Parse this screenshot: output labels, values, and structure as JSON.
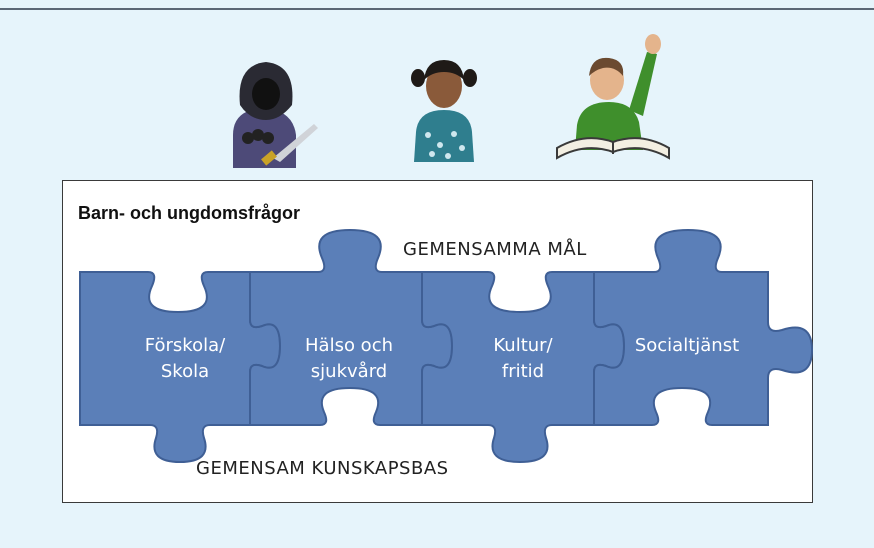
{
  "diagram": {
    "title": "Barn- och ungdomsfrågor",
    "top_label": "GEMENSAMMA MÅL",
    "bottom_label": "GEMENSAM KUNSKAPSBAS",
    "pieces": [
      {
        "label": "Förskola/\nSkola"
      },
      {
        "label": "Hälso och\nsjukvård"
      },
      {
        "label": "Kultur/\nfritid"
      },
      {
        "label": "Socialtjänst"
      }
    ],
    "colors": {
      "piece_fill": "#5b7fb8",
      "piece_stroke": "#3f5f95",
      "background": "#e6f4fb"
    },
    "icons": [
      "hooded-figure-with-knife-icon",
      "girl-with-pigtails-icon",
      "student-raising-hand-with-book-icon"
    ]
  }
}
